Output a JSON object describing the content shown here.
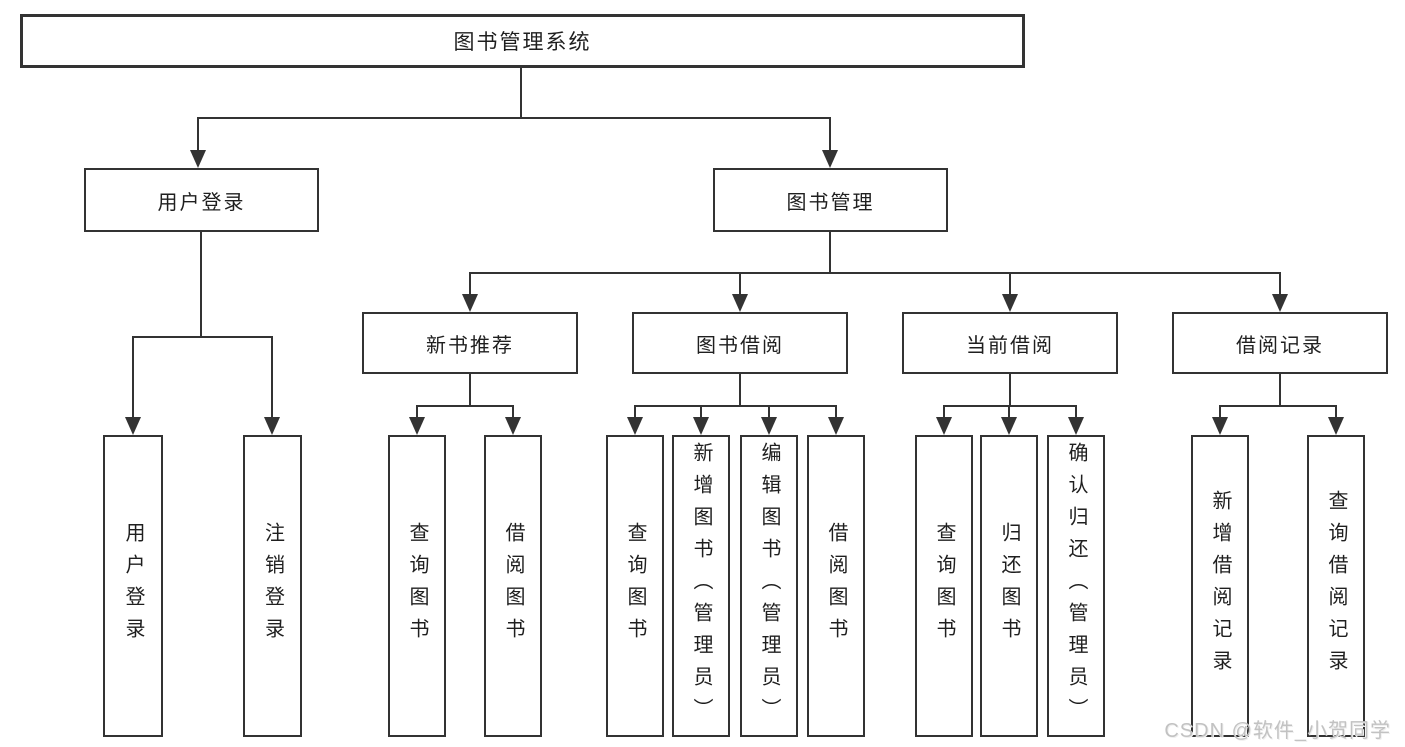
{
  "nodes": {
    "root": "图书管理系统",
    "level1": [
      {
        "label": "用户登录"
      },
      {
        "label": "图书管理"
      }
    ],
    "level2": [
      {
        "label": "新书推荐"
      },
      {
        "label": "图书借阅"
      },
      {
        "label": "当前借阅"
      },
      {
        "label": "借阅记录"
      }
    ],
    "leaves": [
      {
        "label": "用户登录"
      },
      {
        "label": "注销登录"
      },
      {
        "label": "查询图书"
      },
      {
        "label": "借阅图书"
      },
      {
        "label": "查询图书"
      },
      {
        "label": "新增图书（管理员）"
      },
      {
        "label": "编辑图书（管理员）"
      },
      {
        "label": "借阅图书"
      },
      {
        "label": "查询图书"
      },
      {
        "label": "归还图书"
      },
      {
        "label": "确认归还（管理员）"
      },
      {
        "label": "新增借阅记录"
      },
      {
        "label": "查询借阅记录"
      }
    ]
  },
  "watermark": "CSDN @软件_小贺同学",
  "colors": {
    "line": "#333333",
    "box_bg": "#ffffff",
    "watermark": "#c2c2c2"
  }
}
